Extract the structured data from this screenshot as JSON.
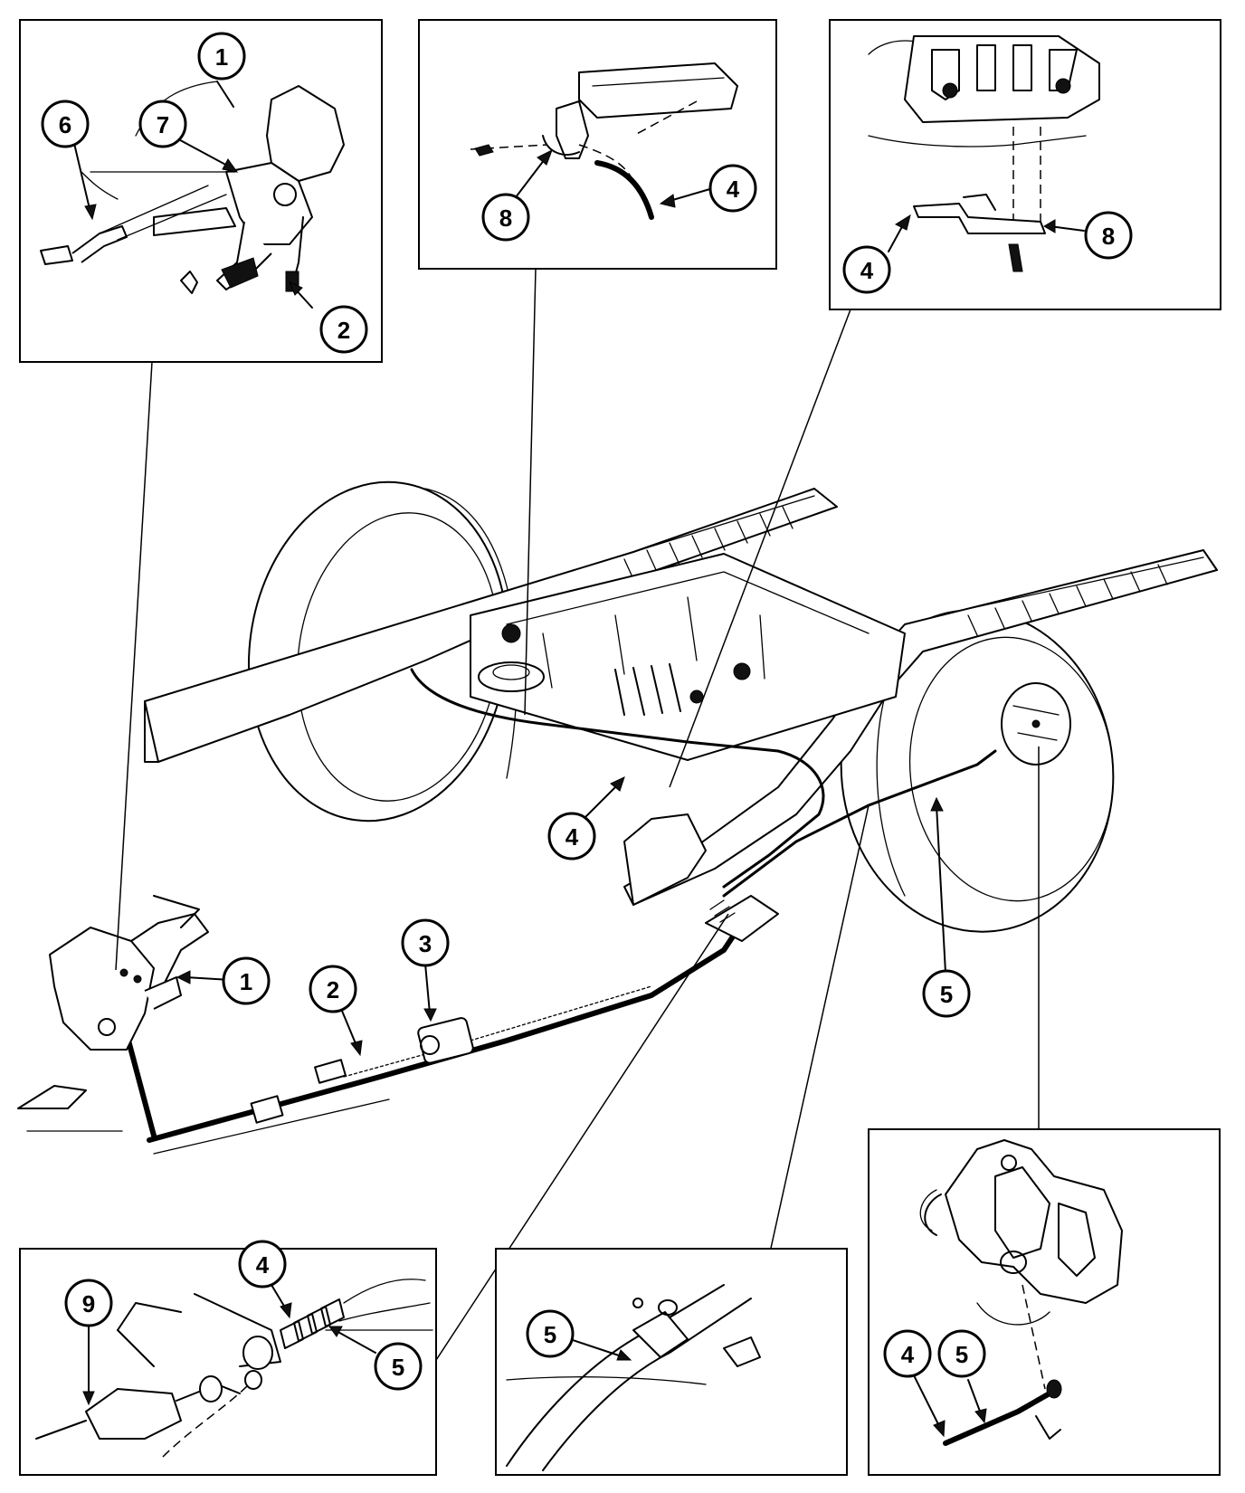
{
  "diagram": {
    "callout_labels": {
      "detail_pedal": [
        "1",
        "7",
        "6",
        "2"
      ],
      "detail_clip_frame": [
        "8",
        "4"
      ],
      "detail_bracket_frame": [
        "4",
        "8"
      ],
      "main_view": [
        "4",
        "5",
        "1",
        "2",
        "3"
      ],
      "detail_equalizer": [
        "9",
        "4",
        "5"
      ],
      "detail_clip_cable": [
        "5"
      ],
      "detail_caliper": [
        "4",
        "5"
      ]
    }
  }
}
